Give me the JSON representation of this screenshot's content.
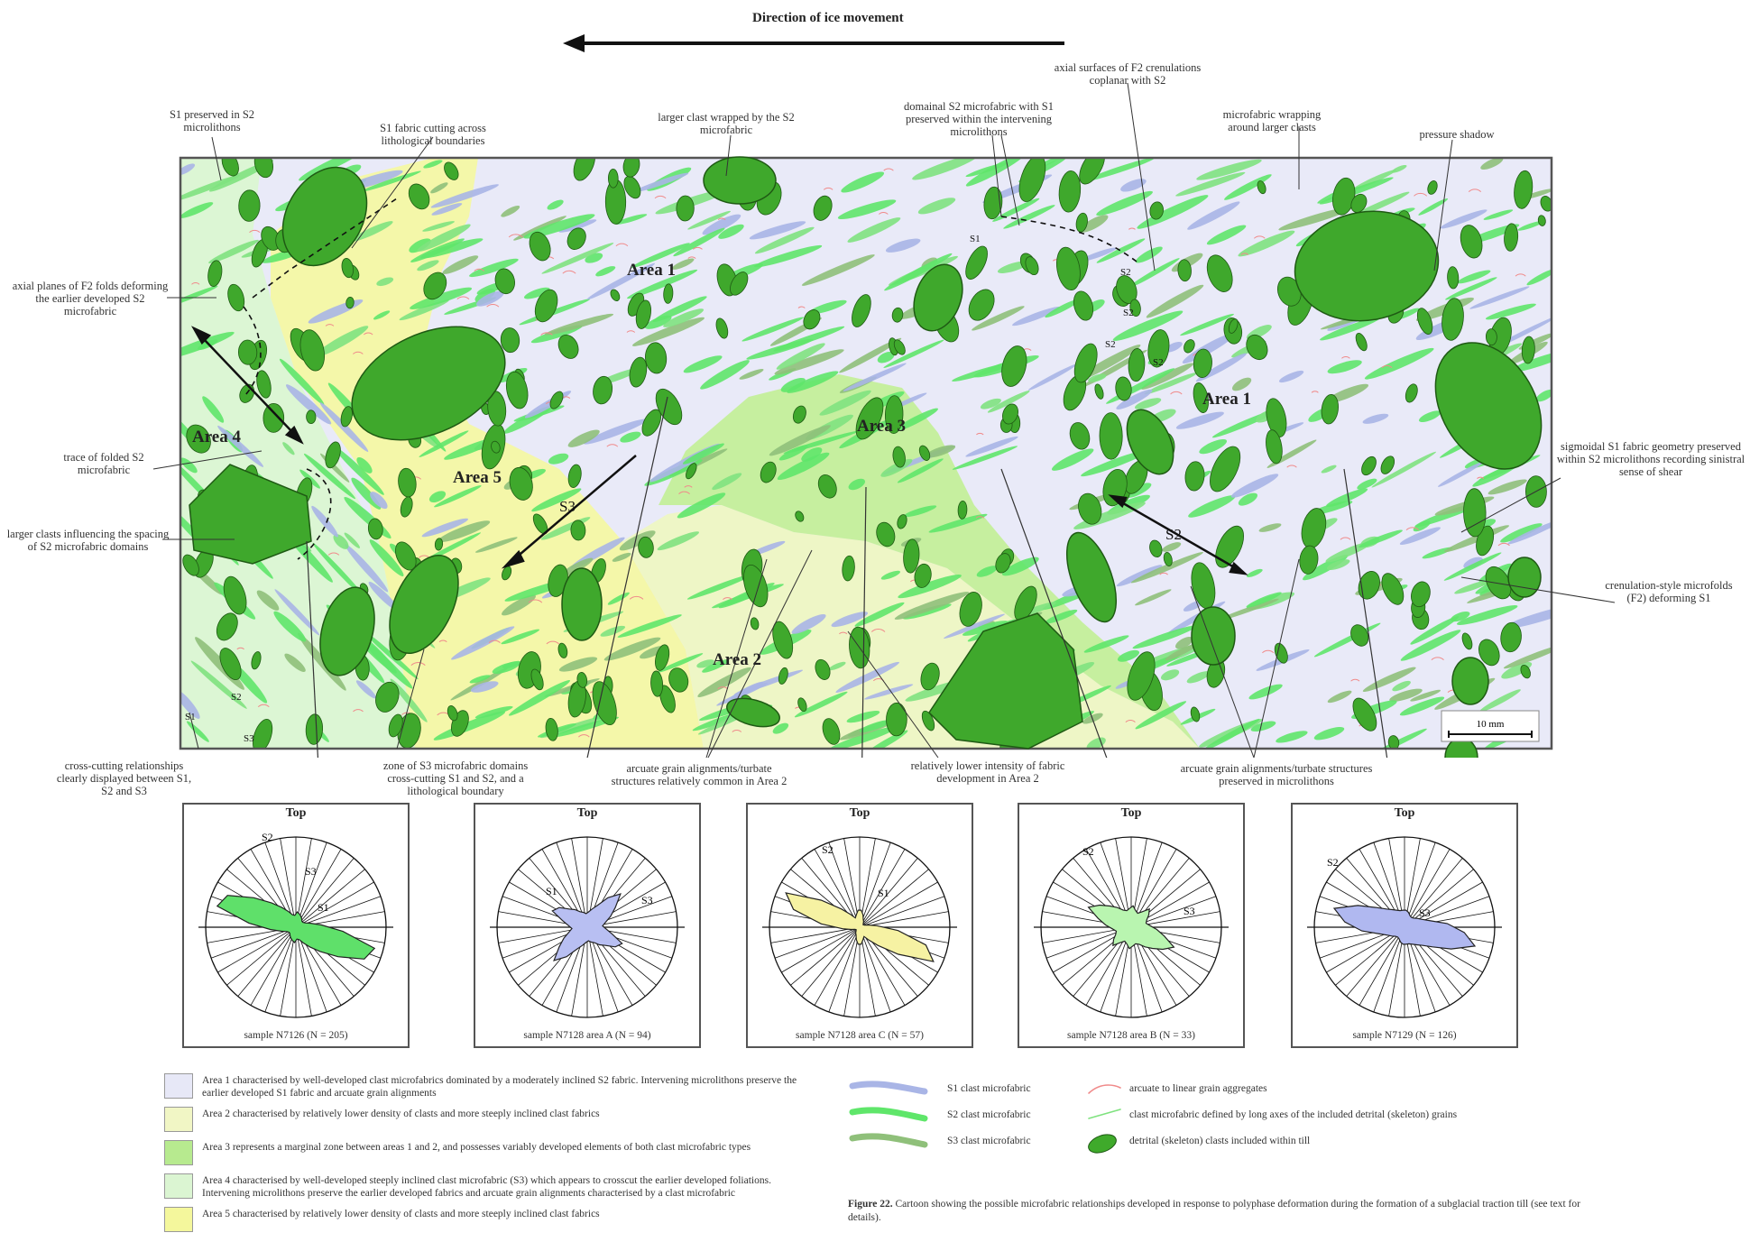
{
  "title": "Direction of ice movement",
  "scale_bar": "10 mm",
  "areas": [
    {
      "name": "area-1-a",
      "label": "Area 1"
    },
    {
      "name": "area-1-b",
      "label": "Area 1"
    },
    {
      "name": "area-2",
      "label": "Area 2"
    },
    {
      "name": "area-3",
      "label": "Area 3"
    },
    {
      "name": "area-4",
      "label": "Area 4"
    },
    {
      "name": "area-5",
      "label": "Area 5"
    }
  ],
  "structure_labels": {
    "s3": "S3",
    "s2_right": "S2",
    "s1_top": "S1",
    "s2_top": "S2",
    "s2_mid1": "S2",
    "s2_mid2": "S2",
    "s2_mid3": "S2",
    "s2_bl": "S2",
    "s1_bl": "S1",
    "s3_bl": "S3"
  },
  "annotations": {
    "s1_preserved": "S1 preserved in S2 microlithons",
    "s1_cutting": "S1 fabric cutting across lithological boundaries",
    "larger_clast_wrapped": "larger clast wrapped by the S2 microfabric",
    "domainal": "domainal S2 microfabric with S1 preserved within the intervening microlithons",
    "axial_surfaces": "axial surfaces of F2 crenulations coplanar with S2",
    "microfabric_wrapping": "microfabric wrapping around larger clasts",
    "pressure_shadow": "pressure shadow",
    "axial_planes": "axial planes of F2 folds deforming the earlier developed S2 microfabric",
    "trace_folded": "trace of folded S2 microfabric",
    "larger_clasts_spacing": "larger clasts influencing the spacing of S2 microfabric domains",
    "sigmoidal": "sigmoidal S1 fabric geometry preserved within S2 microlithons recording sinistral sense of shear",
    "crenulation": "crenulation-style microfolds (F2) deforming S1",
    "cross_cutting": "cross-cutting relationships clearly displayed between S1, S2 and S3",
    "zone_s3": "zone of S3 microfabric domains cross-cutting S1 and S2, and a lithological boundary",
    "arcuate_area2": "arcuate grain alignments/turbate structures relatively common in Area 2",
    "lower_intensity": "relatively lower intensity of fabric development in Area 2",
    "arcuate_micro": "arcuate grain alignments/turbate structures preserved in microlithons"
  },
  "roses": [
    {
      "top": "Top",
      "caption": "sample N7126 (N = 205)",
      "color": "#5fe06a",
      "labels": [
        {
          "t": "S2"
        },
        {
          "t": "S3"
        },
        {
          "t": "S1"
        }
      ],
      "radii": [
        0.18,
        0.16,
        0.14,
        0.12,
        0.1,
        0.1,
        0.12,
        0.18,
        0.3,
        0.55,
        0.95,
        0.88,
        0.6,
        0.4,
        0.28,
        0.2,
        0.15,
        0.14
      ]
    },
    {
      "top": "Top",
      "caption": "sample N7128 area A (N = 94)",
      "color": "#b8bff2",
      "labels": [
        {
          "t": "S1"
        },
        {
          "t": "S3"
        }
      ],
      "radii": [
        0.18,
        0.22,
        0.28,
        0.42,
        0.55,
        0.4,
        0.3,
        0.22,
        0.18,
        0.22,
        0.3,
        0.45,
        0.4,
        0.3,
        0.25,
        0.2,
        0.18,
        0.16
      ]
    },
    {
      "top": "Top",
      "caption": "sample N7128 area C (N = 57)",
      "color": "#f6f2a3",
      "labels": [
        {
          "t": "S2"
        },
        {
          "t": "S1"
        }
      ],
      "radii": [
        0.2,
        0.15,
        0.1,
        0.08,
        0.06,
        0.05,
        0.06,
        0.1,
        0.2,
        0.45,
        0.8,
        0.95,
        0.55,
        0.3,
        0.18,
        0.12,
        0.15,
        0.2
      ]
    },
    {
      "top": "Top",
      "caption": "sample N7128 area B (N = 33)",
      "color": "#b9f5b0",
      "labels": [
        {
          "t": "S2"
        },
        {
          "t": "S3"
        }
      ],
      "radii": [
        0.25,
        0.2,
        0.18,
        0.22,
        0.3,
        0.25,
        0.2,
        0.18,
        0.22,
        0.3,
        0.4,
        0.55,
        0.45,
        0.35,
        0.28,
        0.22,
        0.2,
        0.22
      ]
    },
    {
      "top": "Top",
      "caption": "sample N7129 (N = 126)",
      "color": "#b0b8f0",
      "labels": [
        {
          "t": "S2"
        },
        {
          "t": "S3"
        }
      ],
      "radii": [
        0.2,
        0.18,
        0.15,
        0.14,
        0.15,
        0.18,
        0.22,
        0.3,
        0.5,
        0.7,
        0.85,
        0.6,
        0.4,
        0.3,
        0.25,
        0.22,
        0.2,
        0.2
      ]
    }
  ],
  "legend_areas": [
    {
      "color": "#e7e8f7",
      "text": "Area 1 characterised by well-developed clast microfabrics dominated by a moderately inclined S2 fabric. Intervening microlithons preserve the earlier developed S1 fabric and arcuate grain alignments"
    },
    {
      "color": "#f1f6c5",
      "text": "Area 2 characterised by relatively lower density of clasts and more steeply inclined clast fabrics"
    },
    {
      "color": "#b7ea8f",
      "text": "Area 3 represents a marginal zone between areas 1 and 2, and possesses variably developed elements of both clast microfabric types"
    },
    {
      "color": "#dbf5d2",
      "text": "Area 4 characterised by well-developed steeply inclined clast microfabric (S3) which appears to crosscut the earlier developed foliations. Intervening microlithons preserve the earlier developed fabrics and arcuate grain alignments characterised by a clast microfabric"
    },
    {
      "color": "#f4f79c",
      "text": "Area 5 characterised by relatively lower density of clasts and more steeply inclined clast fabrics"
    }
  ],
  "legend_symbols": [
    {
      "text": "S1 clast microfabric",
      "color": "#a9b5e6"
    },
    {
      "text": "S2 clast microfabric",
      "color": "#5fe66a"
    },
    {
      "text": "S3 clast microfabric",
      "color": "#8fc07a"
    },
    {
      "text": "arcuate to linear grain aggregates",
      "color": "#f08a8a"
    },
    {
      "text": "clast microfabric defined by long axes of the included detrital (skeleton) grains",
      "color": "#7fe27f"
    },
    {
      "text": "detrital (skeleton) clasts included within till",
      "color": "#3faa2b"
    }
  ],
  "caption": {
    "label": "Figure 22.",
    "text": "Cartoon showing the possible microfabric relationships developed in response to polyphase deformation during the formation of a subglacial traction till (see text for details)."
  },
  "colors": {
    "area1": "#e7e8f7",
    "area2": "#eef5c7",
    "area3": "#c4ee9e",
    "area4": "#dbf5d2",
    "area5": "#f3f6a6",
    "clast": "#3faa2b",
    "s1": "#a9b5e6",
    "s2": "#5fe66a",
    "s3": "#8fc07a",
    "arcuate": "#f08a8a"
  }
}
